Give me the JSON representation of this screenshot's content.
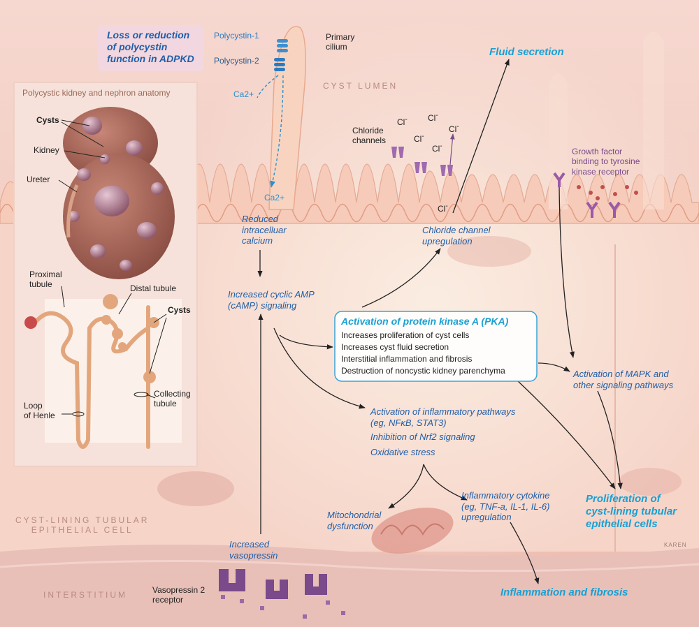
{
  "title": [
    "Loss or reduction",
    "of polycystin",
    "function in ADPKD"
  ],
  "inset": {
    "title": "Polycystic kidney and nephron anatomy",
    "cysts": "Cysts",
    "kidney": "Kidney",
    "ureter": "Ureter",
    "proximal_tubule": [
      "Proximal",
      "tubule"
    ],
    "distal_tubule": "Distal tubule",
    "cysts2": "Cysts",
    "collecting_tubule": [
      "Collecting",
      "tubule"
    ],
    "loop_of_henle": [
      "Loop",
      "of Henle"
    ]
  },
  "cilium": {
    "polycystin1": "Polycystin-1",
    "polycystin2": "Polycystin-2",
    "primary_cilium": [
      "Primary",
      "cilium"
    ],
    "ca_top": "Ca2+",
    "ca_bottom": "Ca2+"
  },
  "regions": {
    "cyst_lumen": "CYST LUMEN",
    "cyst_cell": [
      "CYST-LINING TUBULAR",
      "EPITHELIAL CELL"
    ],
    "interstitium": "INTERSTITIUM"
  },
  "ions": {
    "chloride_channels": [
      "Chloride",
      "channels"
    ],
    "cl": "Cl"
  },
  "growth_factor": [
    "Growth factor",
    "binding to tyrosine",
    "kinase receptor"
  ],
  "nodes": {
    "reduced_calcium": [
      "Reduced",
      "intracelluar",
      "calcium"
    ],
    "camp": [
      "Increased cyclic AMP",
      "(cAMP) signaling"
    ],
    "chloride_upreg": [
      "Chloride channel",
      "upregulation"
    ],
    "fluid_secretion": "Fluid secretion",
    "mapk": [
      "Activation of MAPK and",
      "other signaling pathways"
    ],
    "inflam_pathways": [
      "Activation of inflammatory pathways",
      "(eg, NFκB, STAT3)"
    ],
    "nrf2": "Inhibition of Nrf2 signaling",
    "oxidative": "Oxidative stress",
    "mito": [
      "Mitochondrial",
      "dysfunction"
    ],
    "cytokine": [
      "Inflammatory cytokine",
      "(eg, TNF-a, IL-1, IL-6)",
      "upregulation"
    ],
    "proliferation": [
      "Proliferation of",
      "cyst-lining tubular",
      "epithelial cells"
    ],
    "inflam_fibrosis": "Inflammation and fibrosis",
    "vasopressin": [
      "Increased",
      "vasopressin"
    ],
    "v2_receptor": [
      "Vasopressin 2",
      "receptor"
    ]
  },
  "pka": {
    "title": "Activation of protein kinase A (PKA)",
    "items": [
      "Increases proliferation of cyst cells",
      "Increases cyst fluid secretion",
      "Interstitial inflammation and fibrosis",
      "Destruction of noncystic kidney parenchyma"
    ]
  },
  "signature": "KAREN",
  "colors": {
    "accent_blue": "#1f5ea8",
    "accent_cyan": "#18a0d4",
    "purple": "#8a5a9a",
    "cell_pink": "#f4c7bc"
  }
}
